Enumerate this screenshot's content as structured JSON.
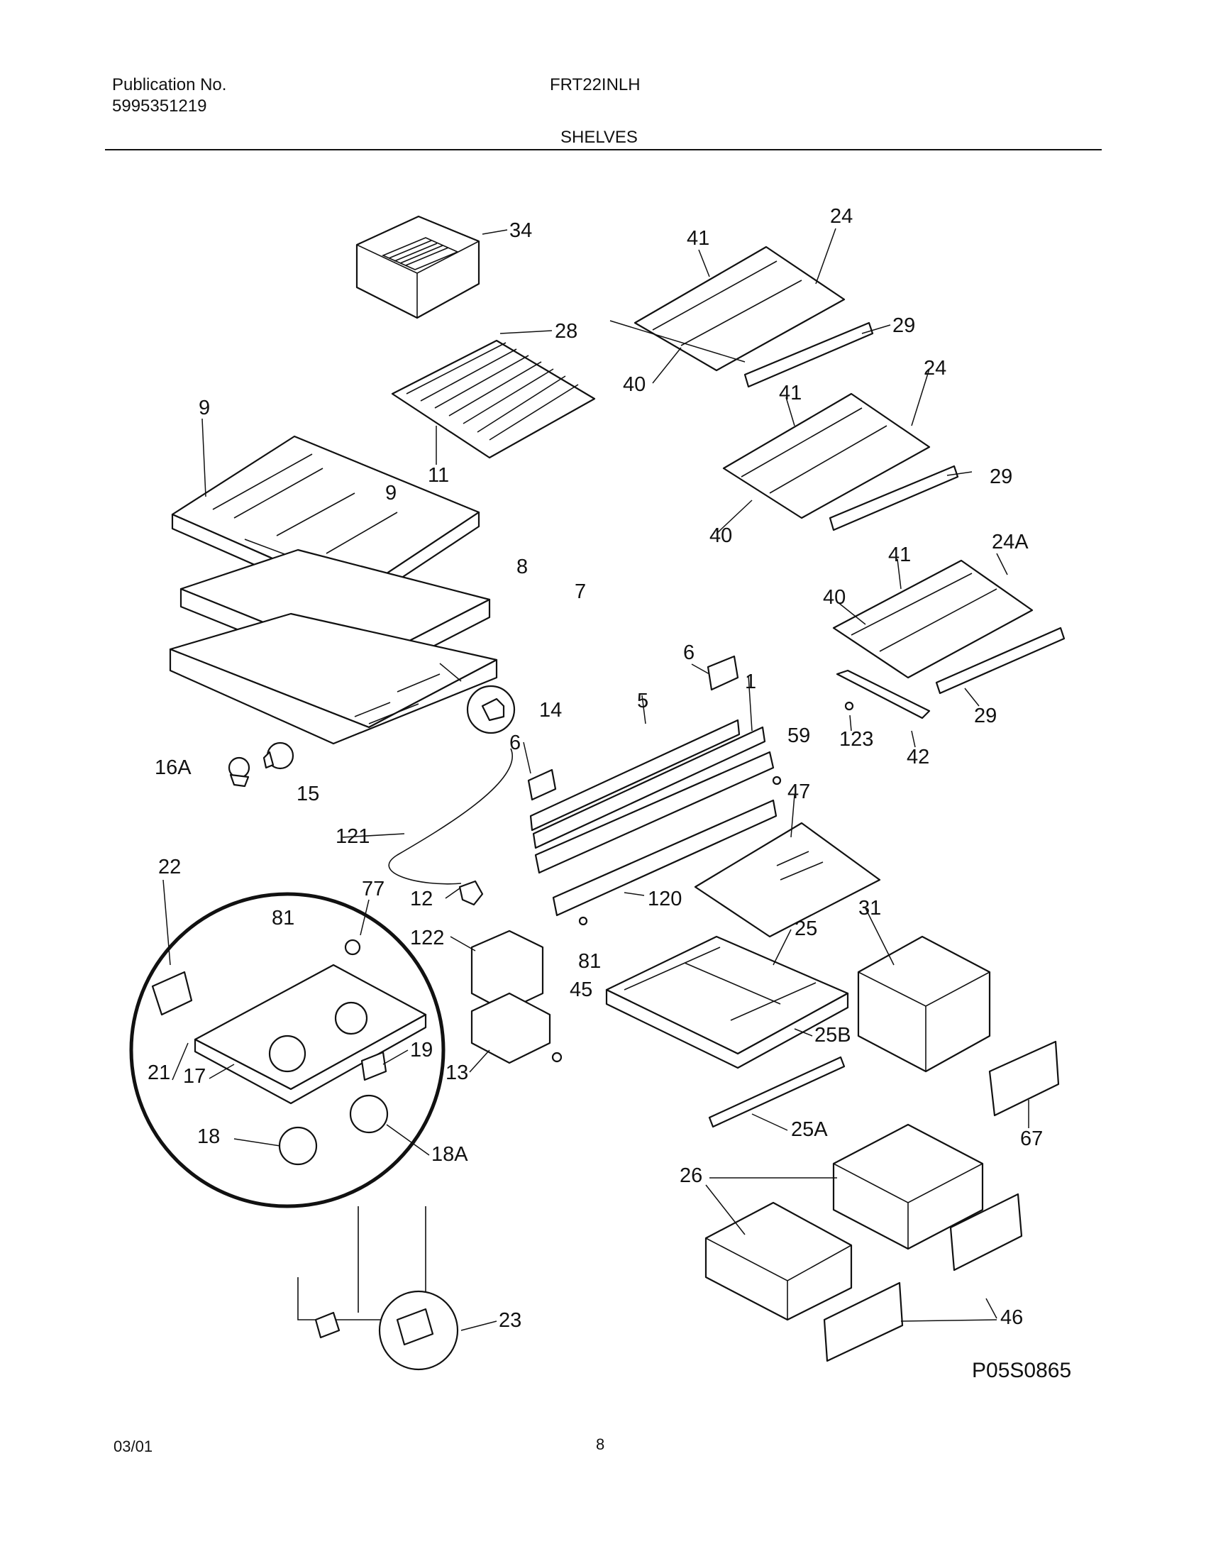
{
  "header": {
    "publication_label": "Publication No.",
    "publication_number": "5995351219",
    "model": "FRT22INLH",
    "section": "SHELVES"
  },
  "footer": {
    "date": "03/01",
    "page": "8"
  },
  "diagram": {
    "figure_code": "P05S0865",
    "labels": [
      "34",
      "28",
      "9",
      "9",
      "11",
      "8",
      "7",
      "14",
      "16A",
      "15",
      "41",
      "24",
      "29",
      "40",
      "41",
      "24",
      "29",
      "40",
      "41",
      "24A",
      "40",
      "29",
      "42",
      "123",
      "6",
      "5",
      "1",
      "6",
      "59",
      "121",
      "47",
      "22",
      "77",
      "81",
      "12",
      "120",
      "122",
      "81",
      "45",
      "25",
      "31",
      "25B",
      "21",
      "17",
      "19",
      "13",
      "18",
      "18A",
      "25A",
      "67",
      "26",
      "23",
      "46"
    ]
  }
}
